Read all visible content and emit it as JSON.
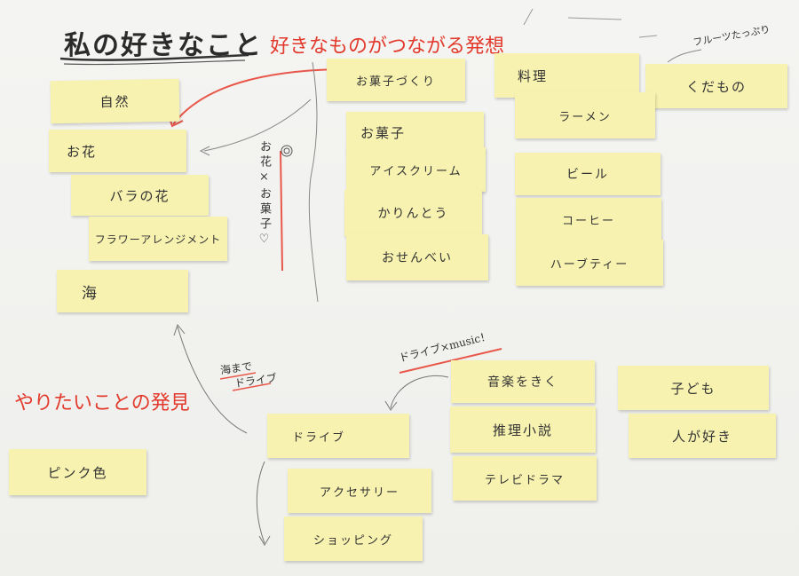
{
  "board": {
    "title": "私の好きなこと",
    "red_label_top": "好きなものがつながる発想",
    "red_label_left": "やりたいことの発見",
    "note_fruit": "フルーツたっぷり",
    "note_drive_music": "ドライブ×music！",
    "note_umi_drive_1": "海まで",
    "note_umi_drive_2": "ドライブ",
    "vertical_annotation": "お花×お菓子♡"
  },
  "notes": {
    "shizen": "自然",
    "ohana": "お花",
    "bara": "バラの花",
    "flower_arrange": "フラワーアレンジメント",
    "umi": "海",
    "pink": "ピンク色",
    "okashizukuri": "お菓子づくり",
    "okashi": "お菓子",
    "icecream": "アイスクリーム",
    "karintou": "かりんとう",
    "osenbei": "おせんべい",
    "ryouri": "料理",
    "kudamono": "くだもの",
    "ramen": "ラーメン",
    "beer": "ビール",
    "coffee": "コーヒー",
    "herbtea": "ハーブティー",
    "ongaku": "音楽をきく",
    "suiri": "推理小説",
    "drama": "テレビドラマ",
    "kodomo": "子ども",
    "hito": "人が好き",
    "drive": "ドライブ",
    "accessory": "アクセサリー",
    "shopping": "ショッピング"
  }
}
